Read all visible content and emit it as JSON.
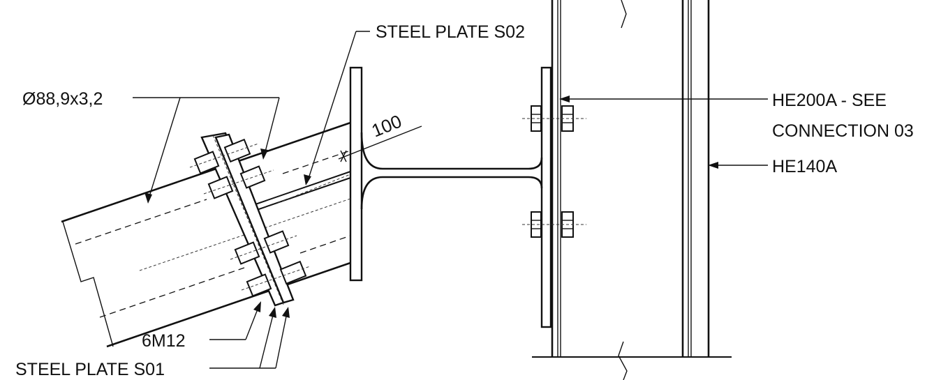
{
  "labels": {
    "tube": "Ø88,9x3,2",
    "steel_plate_s02": "STEEL PLATE S02",
    "he200a_line1": "HE200A - SEE",
    "he200a_line2": "CONNECTION 03",
    "he140a": "HE140A",
    "bolts": "6M12",
    "steel_plate_s01": "STEEL PLATE S01",
    "dimension": "100"
  }
}
